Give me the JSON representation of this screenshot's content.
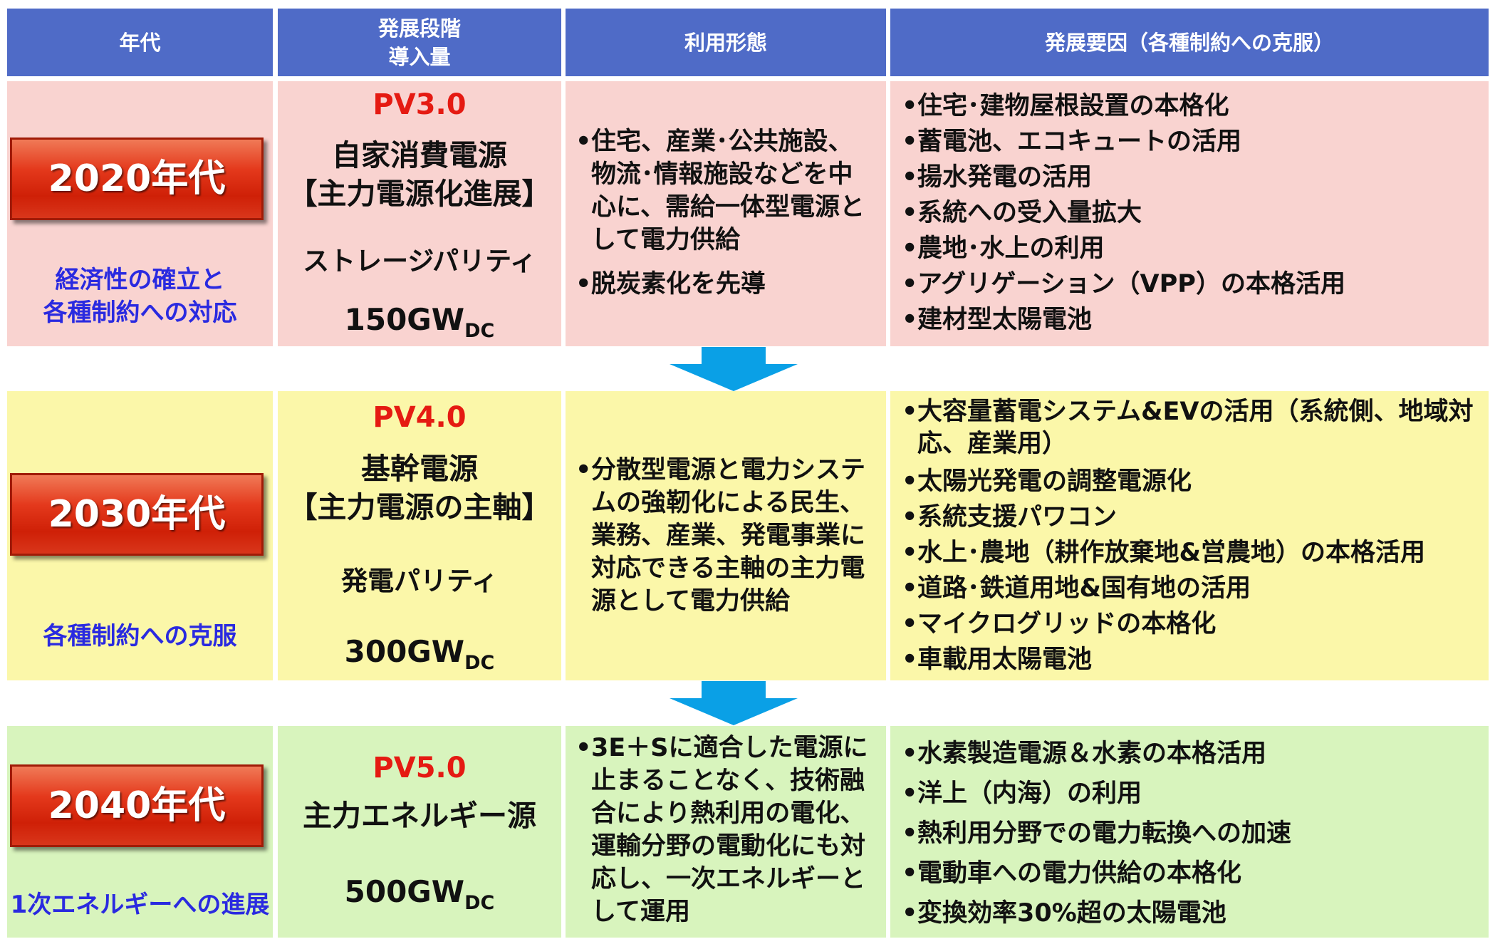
{
  "header": {
    "col1": "年代",
    "col2_line1": "発展段階",
    "col2_line2": "導入量",
    "col3": "利用形態",
    "col4": "発展要因（各種制約への克服）"
  },
  "rows": [
    {
      "era": "2020年代",
      "subtitle_line1": "経済性の確立と",
      "subtitle_line2": "各種制約への対応",
      "pv": "PV3.0",
      "role_line1": "自家消費電源",
      "role_line2": "【主力電源化進展】",
      "parity": "ストレージパリティ",
      "amount": "150GW",
      "amount_unit": "DC",
      "usage": [
        "住宅、産業･公共施設、物流･情報施設などを中心に、需給一体型電源として電力供給",
        "脱炭素化を先導"
      ],
      "factors": [
        "住宅･建物屋根設置の本格化",
        "蓄電池、エコキュートの活用",
        "揚水発電の活用",
        "系統への受入量拡大",
        "農地･水上の利用",
        "アグリゲーション（VPP）の本格活用",
        "建材型太陽電池"
      ]
    },
    {
      "era": "2030年代",
      "subtitle_line1": "各種制約への克服",
      "pv": "PV4.0",
      "role_line1": "基幹電源",
      "role_line2": "【主力電源の主軸】",
      "parity": "発電パリティ",
      "amount": "300GW",
      "amount_unit": "DC",
      "usage": [
        "分散型電源と電力システムの強靭化による民生、業務、産業、発電事業に対応できる主軸の主力電源として電力供給"
      ],
      "factors": [
        "大容量蓄電システム&EVの活用（系統側、地域対応、産業用）",
        "太陽光発電の調整電源化",
        "系統支援パワコン",
        "水上･農地（耕作放棄地&営農地）の本格活用",
        "道路･鉄道用地&国有地の活用",
        "マイクログリッドの本格化",
        "車載用太陽電池"
      ]
    },
    {
      "era": "2040年代",
      "subtitle_line1": "1次エネルギーへの進展",
      "pv": "PV5.0",
      "role_line1": "主力エネルギー源",
      "amount": "500GW",
      "amount_unit": "DC",
      "usage": [
        "3E＋Sに適合した電源に止まることなく、技術融合により熱利用の電化、運輸分野の電動化にも対応し、一次エネルギーとして運用"
      ],
      "factors": [
        "水素製造電源＆水素の本格活用",
        "洋上（内海）の利用",
        "熱利用分野での電力転換への加速",
        "電動車への電力供給の本格化",
        "変換効率30%超の太陽電池"
      ]
    }
  ],
  "colors": {
    "header_bg": "#4f6bc7",
    "row1_bg": "#f9d3d0",
    "row2_bg": "#fbf7a9",
    "row3_bg": "#d8f4bd",
    "era_button": "#e4391c",
    "pv_label": "#e51a12",
    "subtitle": "#2a2ae0",
    "arrow": "#0aa0e6"
  },
  "icons": [
    "down-arrow-icon",
    "down-arrow-icon"
  ]
}
